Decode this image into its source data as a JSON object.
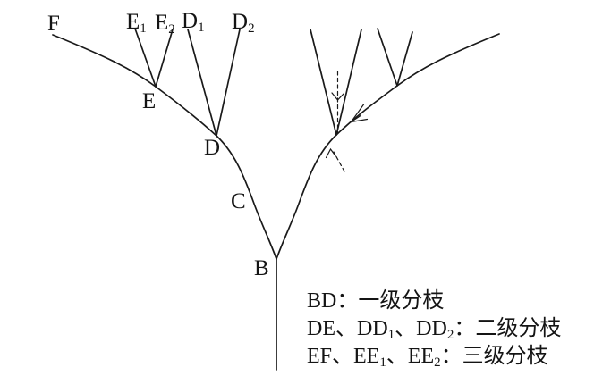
{
  "figure": {
    "title": "branching-structure-diagram",
    "background": "#ffffff",
    "ink": "#1a1a1a"
  },
  "nodes": {
    "f": {
      "base": "F"
    },
    "e1": {
      "base": "E",
      "sub": "1"
    },
    "e2": {
      "base": "E",
      "sub": "2"
    },
    "d1": {
      "base": "D",
      "sub": "1"
    },
    "d2": {
      "base": "D",
      "sub": "2"
    },
    "e": {
      "base": "E"
    },
    "d": {
      "base": "D"
    },
    "c": {
      "base": "C"
    },
    "b": {
      "base": "B"
    }
  },
  "legend": {
    "line1": {
      "a": "BD：一级分枝"
    },
    "line2": {
      "a": "DE、DD",
      "s1": "1",
      "b": "、DD",
      "s2": "2",
      "c": "：二级分枝"
    },
    "line3": {
      "a": "EF、EE",
      "s1": "1",
      "b": "、EE",
      "s2": "2",
      "c": "：三级分枝"
    }
  }
}
